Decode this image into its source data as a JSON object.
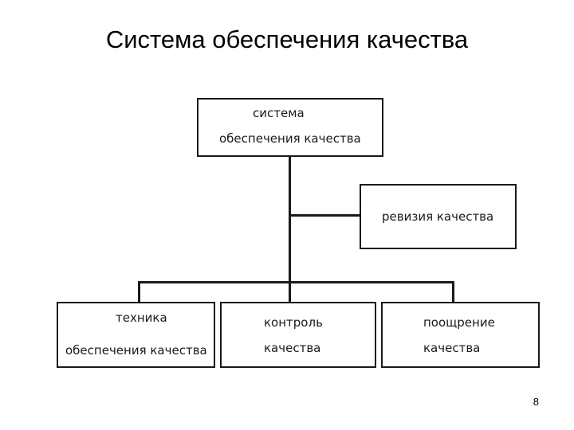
{
  "title": "Система обеспечения качества",
  "diagram": {
    "top_box": {
      "line1": "система",
      "line2": "обеспечения качества"
    },
    "side_box": {
      "label": "ревизия качества"
    },
    "bottom_boxes": [
      {
        "line1": "техника",
        "line2": "обеспечения качества"
      },
      {
        "line1": "контроль",
        "line2": "качества"
      },
      {
        "line1": "поощрение",
        "line2": "качества"
      }
    ]
  },
  "page_number": "8"
}
